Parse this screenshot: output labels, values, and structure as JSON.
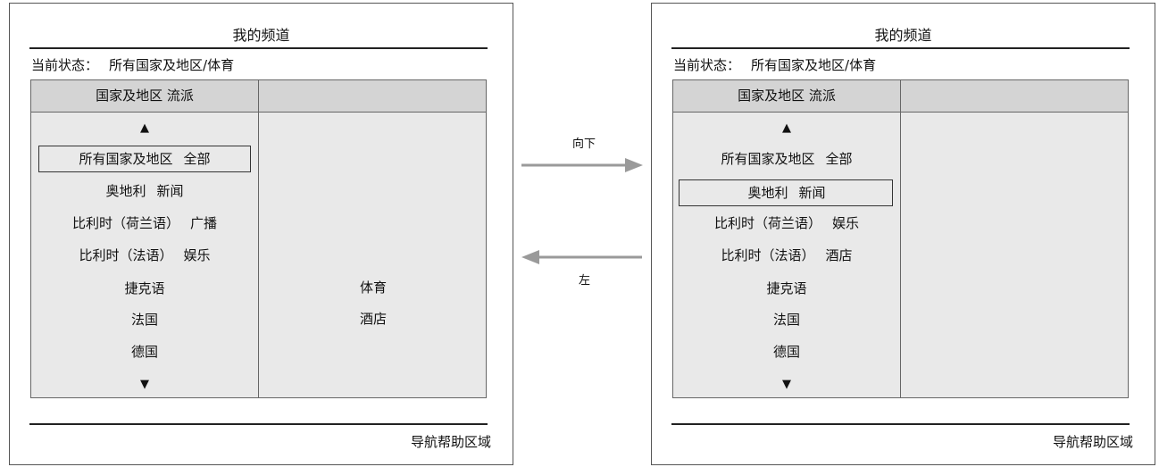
{
  "left_screen": {
    "title": "我的频道",
    "status_label": "当前状态：",
    "status_value": "所有国家及地区/体育",
    "header_label": "国家及地区 流派",
    "scroll_up": "▲",
    "scroll_down": "▼",
    "rows": [
      {
        "country": "所有国家及地区",
        "genre": "全部"
      },
      {
        "country": "奥地利",
        "genre": "新闻"
      },
      {
        "country": "比利时（荷兰语）",
        "genre": "广播"
      },
      {
        "country": "比利时（法语）",
        "genre": "娱乐"
      },
      {
        "country": "捷克语",
        "genre": ""
      },
      {
        "country": "法国",
        "genre": ""
      },
      {
        "country": "德国",
        "genre": ""
      }
    ],
    "selected_index": 0,
    "right_column": [
      "体育",
      "酒店"
    ],
    "footer": "导航帮助区域"
  },
  "right_screen": {
    "title": "我的频道",
    "status_label": "当前状态：",
    "status_value": "所有国家及地区/体育",
    "header_label": "国家及地区 流派",
    "scroll_up": "▲",
    "scroll_down": "▼",
    "rows": [
      {
        "country": "所有国家及地区",
        "genre": "全部"
      },
      {
        "country": "奥地利",
        "genre": "新闻"
      },
      {
        "country": "比利时（荷兰语）",
        "genre": "娱乐"
      },
      {
        "country": "比利时（法语）",
        "genre": "酒店"
      },
      {
        "country": "捷克语",
        "genre": ""
      },
      {
        "country": "法国",
        "genre": ""
      },
      {
        "country": "德国",
        "genre": ""
      }
    ],
    "selected_index": 1,
    "right_column": [],
    "footer": "导航帮助区域"
  },
  "transitions": {
    "forward_label": "向下",
    "back_label": "左"
  },
  "colors": {
    "list_bg": "#e9e9e9",
    "header_bg": "#d4d4d4",
    "arrow": "#9a9a9a",
    "rule": "#222222"
  }
}
